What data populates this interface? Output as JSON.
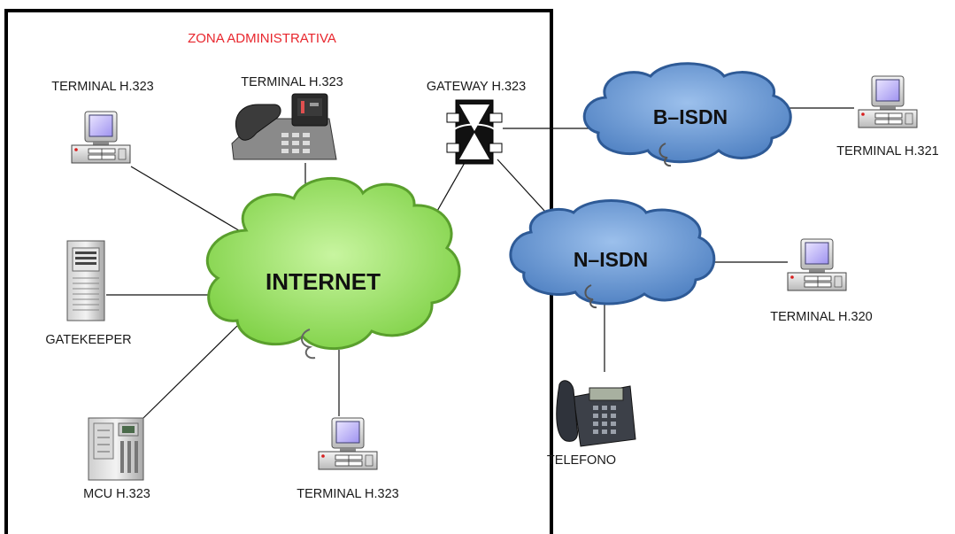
{
  "zone": {
    "title": "ZONA ADMINISTRATIVA",
    "title_color": "#e8262d"
  },
  "clouds": {
    "internet": {
      "label": "INTERNET",
      "color": "#8fe05a",
      "edge": "#5a9f2d"
    },
    "bisdn": {
      "label": "B–ISDN",
      "color": "#5d8fd0",
      "edge": "#2e5a96"
    },
    "nisdn": {
      "label": "N–ISDN",
      "color": "#5d8fd0",
      "edge": "#2e5a96"
    }
  },
  "devices": {
    "terminal_left": "TERMINAL H.323",
    "terminal_phone": "TERMINAL H.323",
    "gateway": "GATEWAY H.323",
    "gatekeeper": "GATEKEEPER",
    "mcu": "MCU H.323",
    "terminal_bottom": "TERMINAL H.323",
    "telefono": "TELEFONO",
    "terminal_h321": "TERMINAL H.321",
    "terminal_h320": "TERMINAL H.320"
  }
}
